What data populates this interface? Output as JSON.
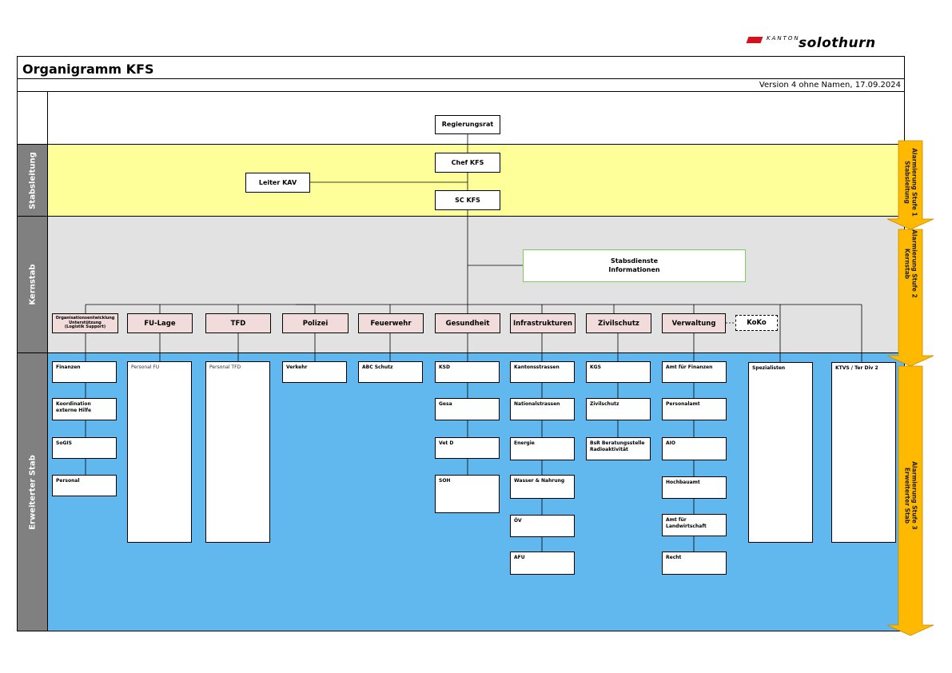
{
  "logo": {
    "kanton": "KANTON",
    "name": "solothurn"
  },
  "title": "Organigramm KFS",
  "version": "Version 4 ohne  Namen, 17.09.2024",
  "sections": {
    "stab": "Stabsleitung",
    "kern": "Kernstab",
    "erw": "Erweiterter Stab"
  },
  "top": {
    "regierungsrat": "Regierungsrat"
  },
  "stab": {
    "chef": "Chef KFS",
    "leiter_kav": "Leiter KAV",
    "sc": "SC  KFS"
  },
  "kern": {
    "stabsdienste": [
      "Stabsdienste",
      "Informationen"
    ],
    "units": {
      "orga": [
        "Organisationsentwicklung",
        "Unterstützung",
        "(Logistik Support)"
      ],
      "fu_lage": "FU-Lage",
      "tfd": "TFD",
      "polizei": "Polizei",
      "feuerwehr": "Feuerwehr",
      "gesundheit": "Gesundheit",
      "infrastrukturen": "Infrastrukturen",
      "zivilschutz": "Zivilschutz",
      "verwaltung": "Verwaltung",
      "koko": "KoKo"
    }
  },
  "erw": {
    "orga": [
      "Finanzen",
      "Koordination externe Hilfe",
      "SoGIS",
      "Personal"
    ],
    "fu_lage": "Personal FU",
    "tfd": "Personal TFD",
    "polizei": "Verkehr",
    "feuerwehr": "ABC Schutz",
    "gesundheit": [
      "KSD",
      "Gesa",
      "Vet D",
      "SOH"
    ],
    "infrastrukturen": [
      "Kantonsstrassen",
      "Nationalstrassen",
      "Energie",
      "Wasser & Nahrung",
      "ÖV",
      "AFU"
    ],
    "zivilschutz": [
      "KGS",
      "Zivilschutz",
      "BsR Beratungsstelle Radioaktivität"
    ],
    "verwaltung": [
      "Amt für Finanzen",
      "Personalamt",
      "AIO",
      "Hochbauamt",
      "Amt für Landwirtschaft",
      "Recht"
    ],
    "spezialisten": "Spezialisten",
    "ktvs": "KTVS / Ter Div 2"
  },
  "alerts": [
    [
      "Alarmierung  Stufe 1",
      "Stabsleitung"
    ],
    [
      "Alarmierung  Stufe 2",
      "Kernstab"
    ],
    [
      "Alarmierung  Stufe 3",
      "Erweiterter Stab"
    ]
  ],
  "colors": {
    "stab_band": "#ffff99",
    "kern_band": "#e2e2e2",
    "erw_band": "#60b8ef",
    "unit_fill": "#f2dcdb",
    "alert_arrow": "#ffb900",
    "side_label": "#808080",
    "logo_red": "#d6111d"
  }
}
